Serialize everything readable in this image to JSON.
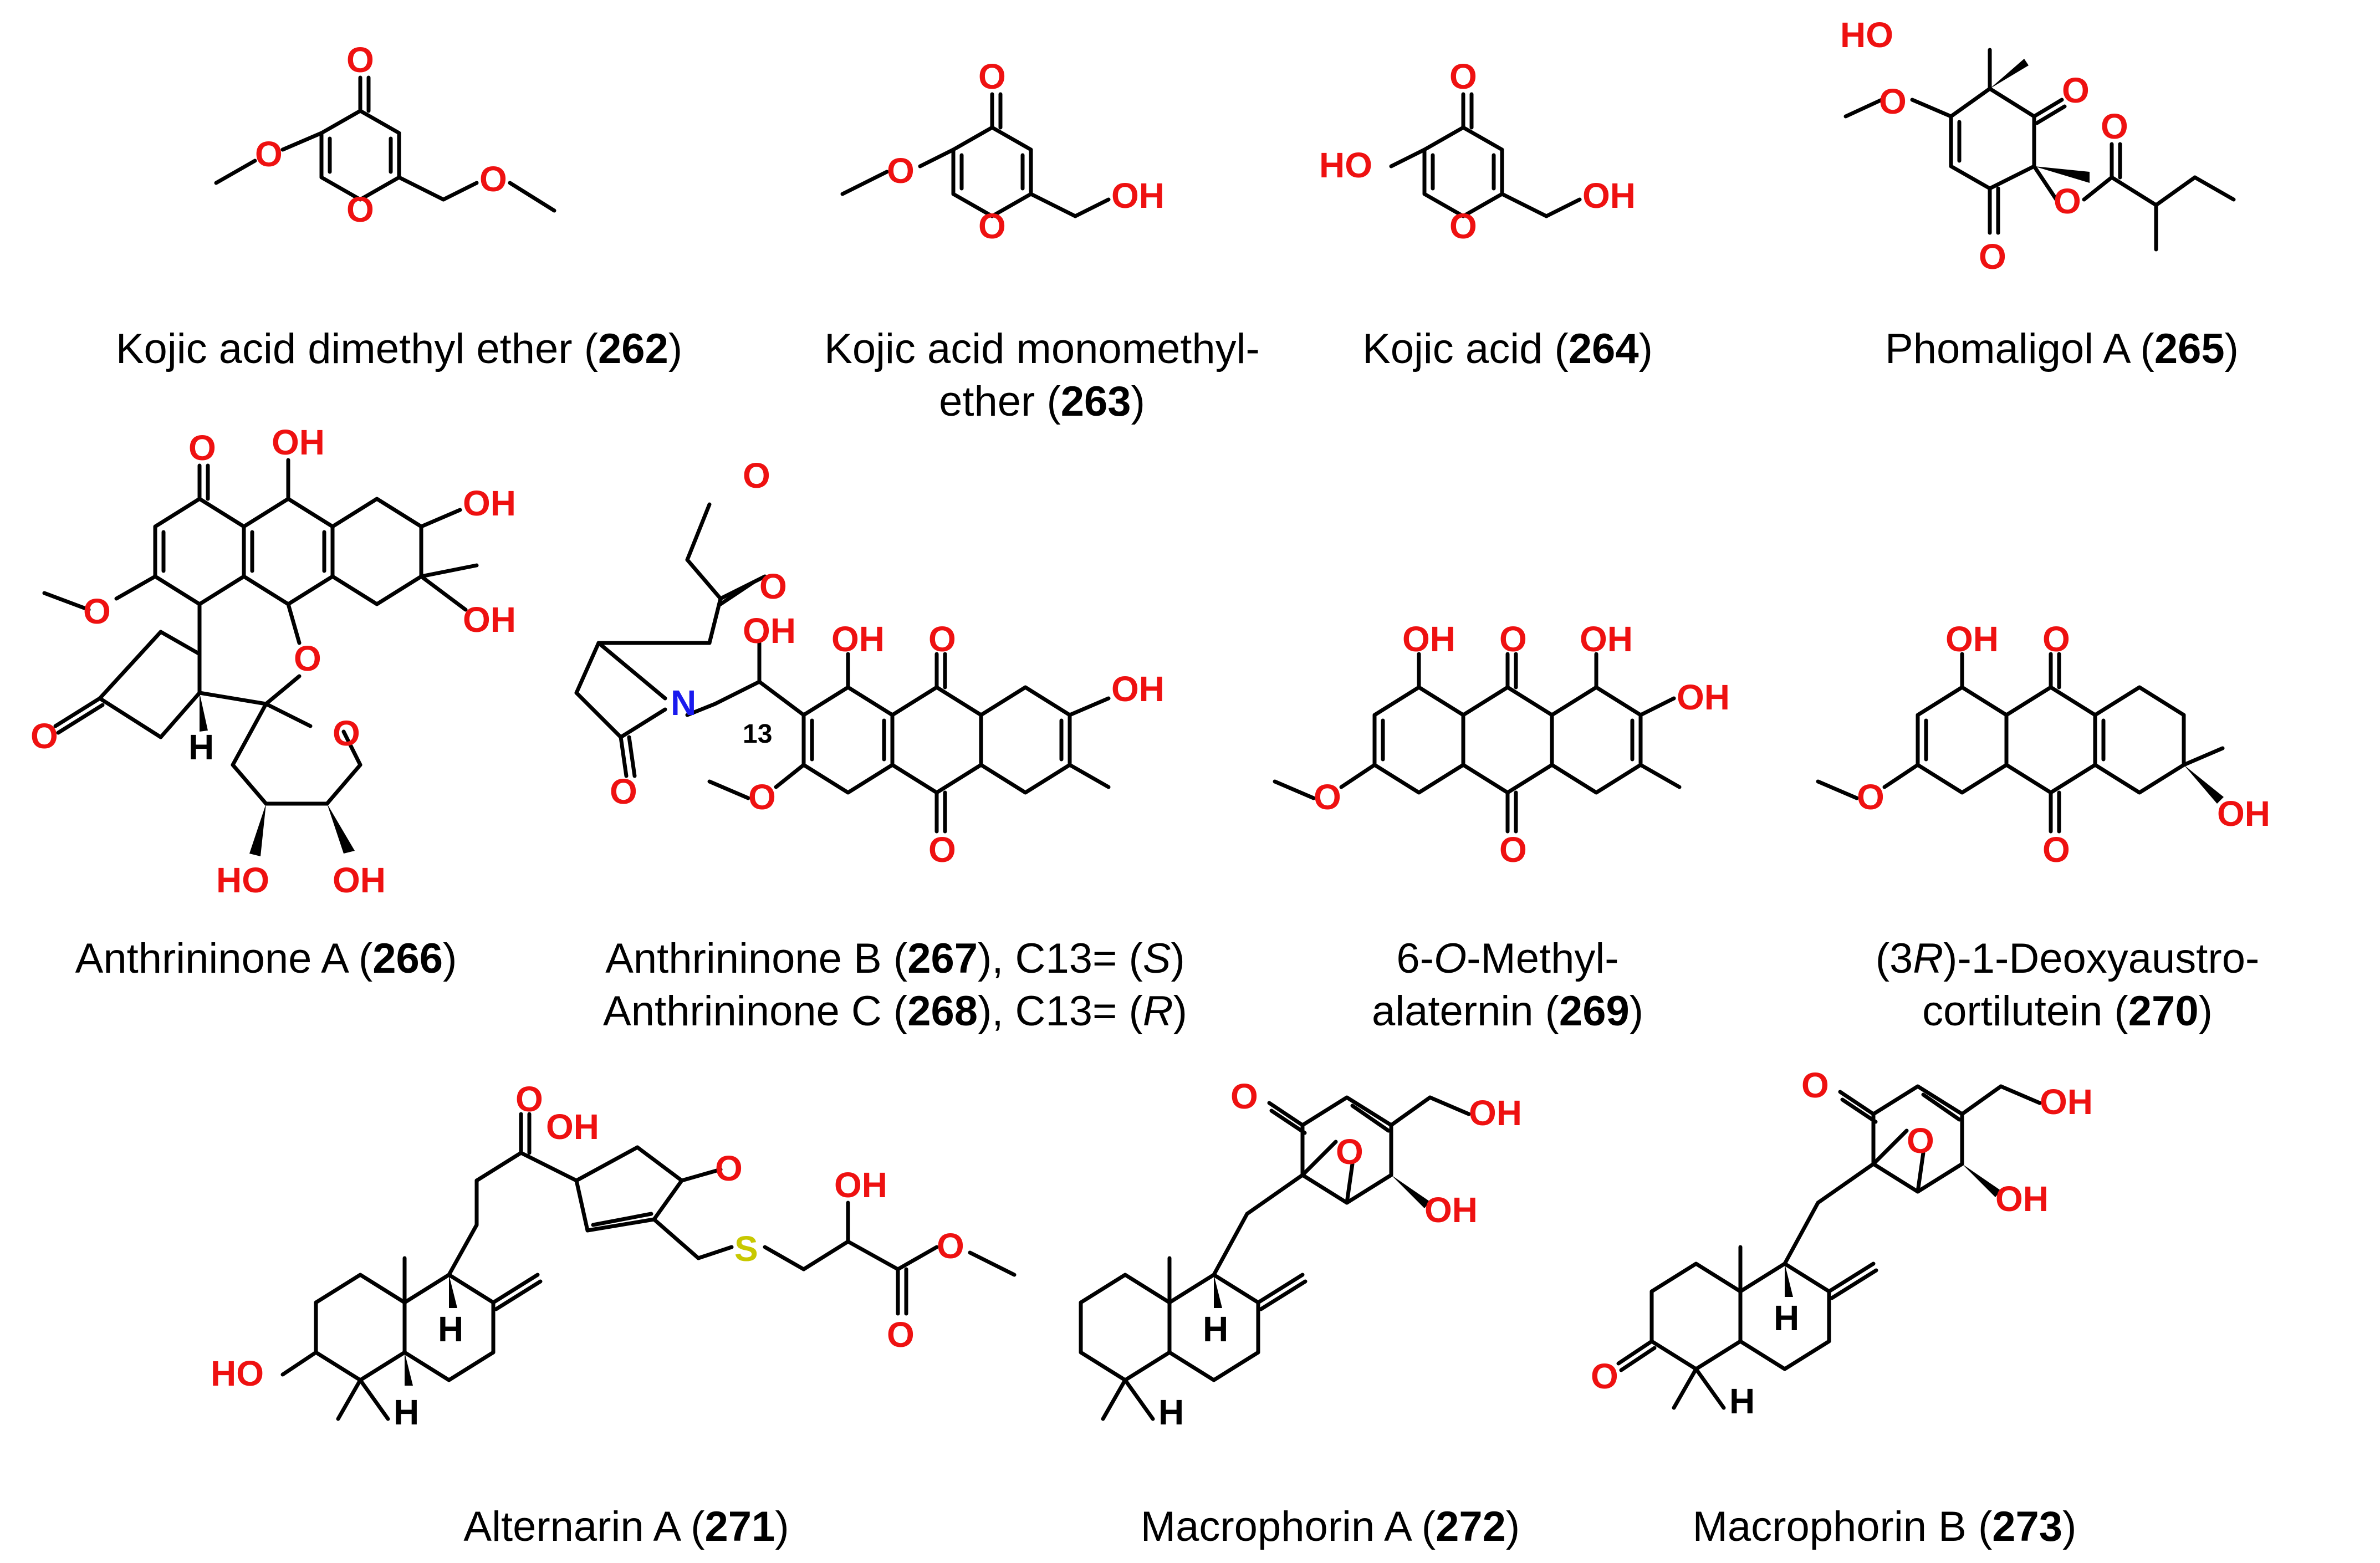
{
  "compounds": [
    {
      "name": "Kojic acid dimethyl ether",
      "number": "262"
    },
    {
      "name": "Kojic acid monomethyl-",
      "name2": "ether",
      "number": "263"
    },
    {
      "name": "Kojic acid",
      "number": "264"
    },
    {
      "name": "Phomaligol A",
      "number": "265"
    },
    {
      "name": "Anthrininone A",
      "number": "266"
    },
    {
      "name": "Anthrininone B",
      "number": "267",
      "suffix": "), C13= (",
      "config": "S"
    },
    {
      "name": "Anthrininone C",
      "number": "268",
      "suffix": "), C13= (",
      "config": "R"
    },
    {
      "prefix": "6-",
      "ital": "O",
      "name": "-Methyl-",
      "name2": "alaternin",
      "number": "269"
    },
    {
      "prefix": "(3",
      "ital": "R",
      "name": ")-1-Deoxyaustro-",
      "name2": "cortilutein",
      "number": "270"
    },
    {
      "name": "Alternarin A",
      "number": "271"
    },
    {
      "name": "Macrophorin A",
      "number": "272"
    },
    {
      "name": "Macrophorin B",
      "number": "273"
    }
  ],
  "atom_labels": {
    "O": "O",
    "OH": "OH",
    "HO": "HO",
    "H": "H",
    "N": "N",
    "S": "S",
    "locant13": "13"
  },
  "colors": {
    "oxygen": "#ee1111",
    "nitrogen": "#1a1aee",
    "sulfur": "#c8c800",
    "bond": "#000000"
  }
}
